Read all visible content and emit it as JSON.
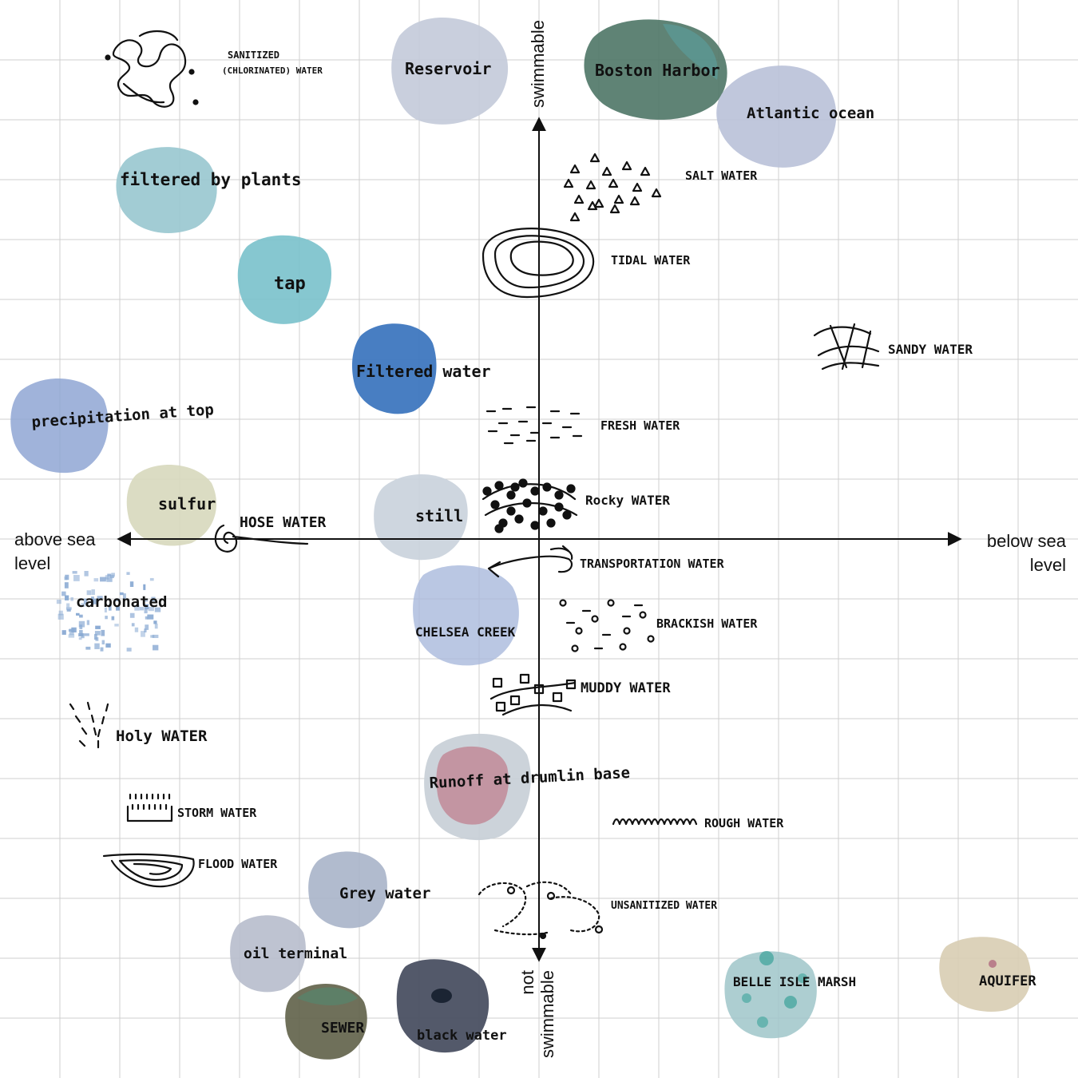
{
  "axes": {
    "top": "swimmable",
    "bottom_line1": "not",
    "bottom_line2": "swimmable",
    "left_line1": "above sea",
    "left_line2": "level",
    "right_line1": "below sea",
    "right_line2": "level"
  },
  "labels": {
    "sanitized_line1": "SANITIZED",
    "sanitized_line2": "(CHLORINATED) WATER",
    "reservoir": "Reservoir",
    "boston_harbor": "Boston Harbor",
    "atlantic_ocean": "Atlantic ocean",
    "salt_water": "SALT WATER",
    "filtered_by_plants": "filtered by plants",
    "tidal_water": "TIDAL WATER",
    "tap": "tap",
    "sandy_water": "SANDY WATER",
    "filtered_water": "Filtered water",
    "precipitation": "precipitation at top",
    "fresh_water": "FRESH WATER",
    "sulfur": "sulfur",
    "hose_water": "HOSE WATER",
    "still": "still",
    "rocky_water": "Rocky WATER",
    "transportation_water": "TRANSPORTATION WATER",
    "carbonated": "carbonated",
    "chelsea_creek": "CHELSEA CREEK",
    "brackish_water": "BRACKISH WATER",
    "muddy_water": "MUDDY WATER",
    "holy_water": "Holy WATER",
    "runoff": "Runoff at drumlin base",
    "storm_water": "STORM WATER",
    "rough_water": "ROUGH WATER",
    "flood_water": "FLOOD WATER",
    "grey_water": "Grey water",
    "unsanitized_water": "UNSANITIZED WATER",
    "oil_terminal": "oil terminal",
    "belle_isle_marsh": "BELLE ISLE MARSH",
    "aquifer": "AQUIFER",
    "sewer": "SEWER",
    "black_water": "black water"
  },
  "colors": {
    "grid": "#cfcfcf",
    "axis": "#111111",
    "reservoir": "#c3cad9",
    "boston_harbor": "#4e7566",
    "atlantic_ocean": "#b9c1d8",
    "filtered_by_plants": "#98c6cf",
    "tap": "#79c1cb",
    "filtered_water": "#3e77bf",
    "precipitation": "#8fa6d4",
    "sulfur": "#d7d8bd",
    "still": "#c9d2db",
    "carbonated": "#8aaad3",
    "chelsea_creek": "#a9b9dc",
    "runoff": "#c28e9b",
    "grey_water": "#a9b4c9",
    "oil_terminal": "#b7bdcc",
    "belle_isle_marsh": "#9fc6c9",
    "aquifer": "#d8cdb3",
    "sewer": "#5f6148",
    "black_water": "#4a5062"
  }
}
